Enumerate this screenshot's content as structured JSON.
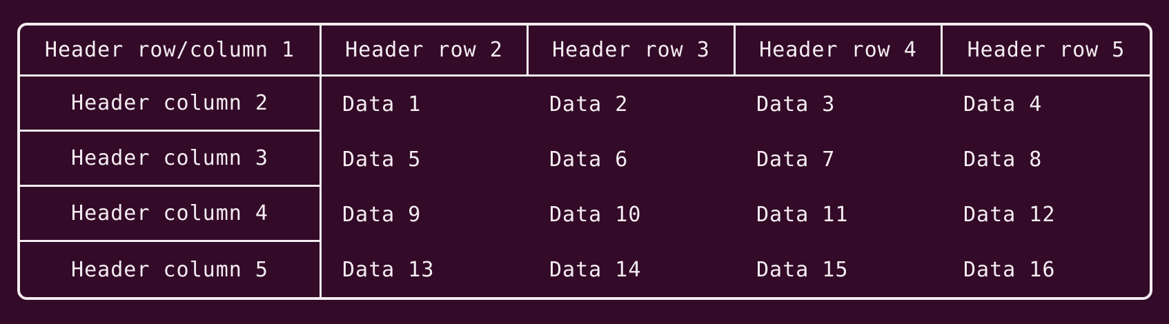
{
  "theme": {
    "background_color": "#330a28",
    "border_color": "#f4edf1",
    "text_color": "#f4edf1"
  },
  "chart_data": {
    "type": "table",
    "title": "",
    "corner_header": "Header row/column 1",
    "column_headers": [
      "Header row 2",
      "Header row 3",
      "Header row 4",
      "Header row 5"
    ],
    "row_headers": [
      "Header column 2",
      "Header column 3",
      "Header column 4",
      "Header column 5"
    ],
    "rows": [
      [
        "Data 1",
        "Data 2",
        "Data 3",
        "Data 4"
      ],
      [
        "Data 5",
        "Data 6",
        "Data 7",
        "Data 8"
      ],
      [
        "Data 9",
        "Data 10",
        "Data 11",
        "Data 12"
      ],
      [
        "Data 13",
        "Data 14",
        "Data 15",
        "Data 16"
      ]
    ]
  }
}
